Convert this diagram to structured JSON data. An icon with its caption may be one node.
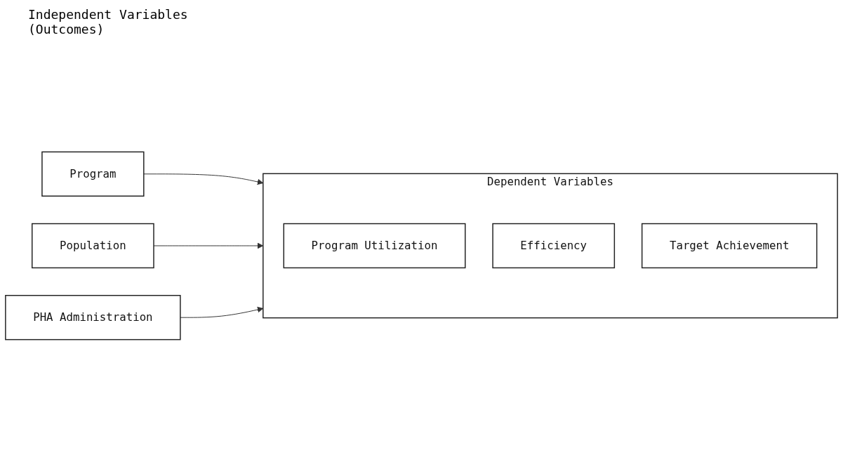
{
  "diagram": {
    "nodes": [
      {
        "text": [
          "Program"
        ]
      },
      {
        "text": [
          "Population"
        ]
      },
      {
        "text": [
          "PHA Administration"
        ]
      },
      {
        "text": [
          "Dependent Variables"
        ]
      },
      {
        "text": [
          "Program Utilization"
        ],
        "in": 3
      },
      {
        "text": [
          "Efficiency"
        ],
        "in": 3
      },
      {
        "text": [
          "Target Achievement"
        ],
        "in": 3
      }
    ],
    "edges": [
      {
        "from": 0,
        "to": 3,
        "arrow": "to"
      },
      {
        "from": 1,
        "to": 3,
        "arrow": "to"
      },
      {
        "from": 2,
        "to": 3,
        "arrow": "to"
      }
    ],
    "labels": [
      "Independent Variables (Outcomes)"
    ]
  }
}
